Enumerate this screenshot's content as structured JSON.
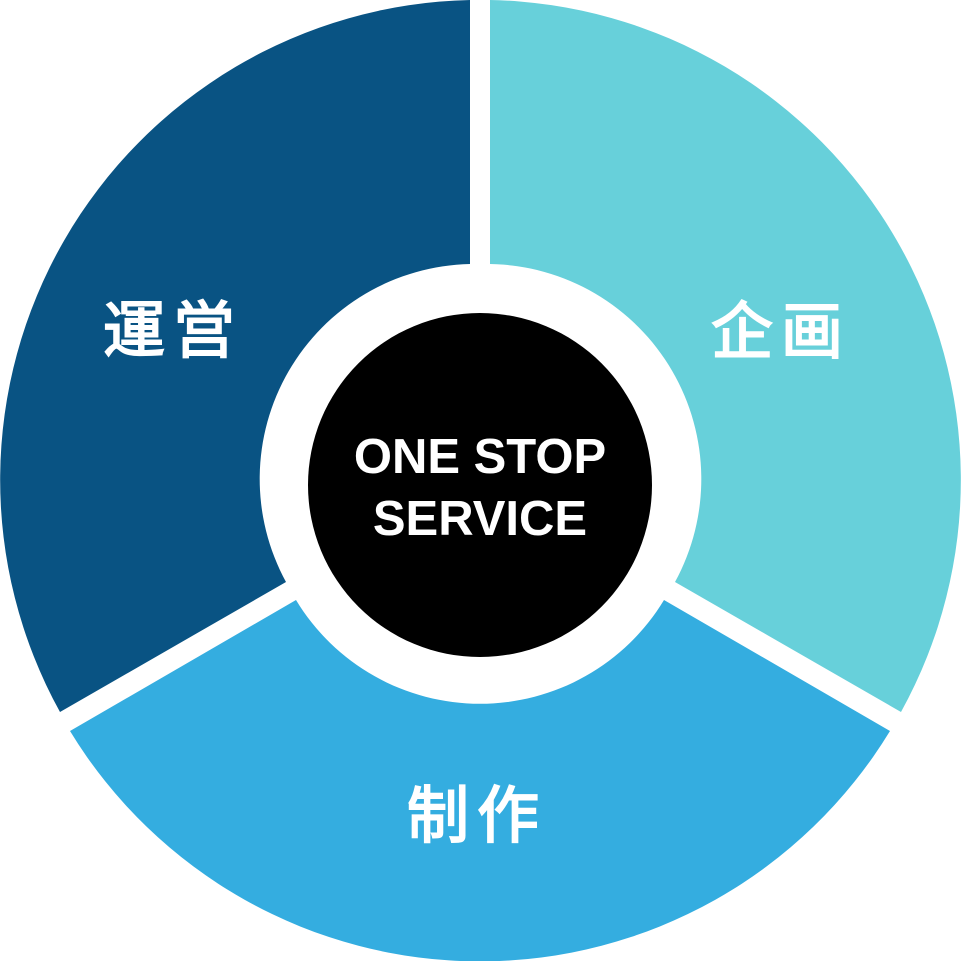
{
  "center": {
    "line1": "ONE STOP",
    "line2": "SERVICE"
  },
  "segments": [
    {
      "key": "planning",
      "label": "企画",
      "color": "#67d0da"
    },
    {
      "key": "production",
      "label": "制作",
      "color": "#34ade0"
    },
    {
      "key": "operation",
      "label": "運営",
      "color": "#095383"
    }
  ],
  "colors": {
    "background": "#ffffff",
    "center_fill": "#000000",
    "text": "#ffffff"
  }
}
